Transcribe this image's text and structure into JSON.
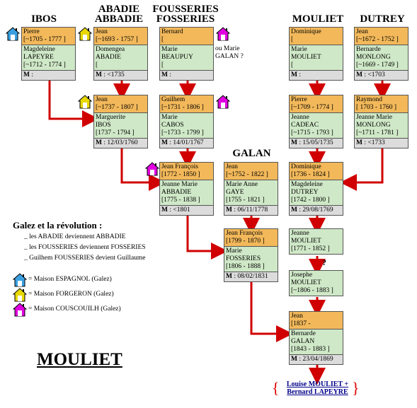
{
  "families": {
    "ibos": "IBOS",
    "abadie1": "ABADIE",
    "abadie2": "ABBADIE",
    "fousseries1": "FOUSSERIES",
    "fousseries2": "FOSSERIES",
    "mouliet": "MOULIET",
    "dutrey": "DUTREY",
    "galan": "GALAN"
  },
  "cards": {
    "c1": {
      "h_name": "Pierre",
      "h_date": "[~1705 - 1777 ]",
      "w_name": "Magdeleine",
      "w_sur": "LAPEYRE",
      "w_date": "[~1712 - 1774 ]",
      "m_label": "M",
      "m_val": " :"
    },
    "c2": {
      "h_name": "Jean",
      "h_date": "[~1693 - 1757 ]",
      "w_name": "Domengea",
      "w_sur": "ABADIE",
      "w_date": "[",
      "m_label": "M",
      "m_val": " :  <1735"
    },
    "c3": {
      "h_name": "Bernard",
      "h_date": "[",
      "w_name": "Marie",
      "w_sur": "BEAUPUY",
      "w_date": "[",
      "m_label": "M",
      "m_val": " :"
    },
    "c4": {
      "h_name": "Dominique",
      "h_date": "[",
      "w_name": "Marie",
      "w_sur": "MOULIET",
      "w_date": "[",
      "m_label": "M",
      "m_val": " :"
    },
    "c5": {
      "h_name": "Jean",
      "h_date": "[~1672 - 1752 ]",
      "w_name": "Bernarde",
      "w_sur": "MONLONG",
      "w_date": "[~1669 - 1749 ]",
      "m_label": "M",
      "m_val": " :  <1703"
    },
    "c6": {
      "h_name": "Jean",
      "h_date": "[~1737 - 1807 ]",
      "w_name": "Marguerite",
      "w_sur": "IBOS",
      "w_date": "[1737 - 1794 ]",
      "m_label": "M",
      "m_val": " : 12/03/1760"
    },
    "c7": {
      "h_name": "Guilhem",
      "h_date": "[~1731 - 1806 ]",
      "w_name": "Marie",
      "w_sur": "CABOS",
      "w_date": "[~1733 - 1799 ]",
      "m_label": "M",
      "m_val": " : 14/01/1767"
    },
    "c8": {
      "h_name": "Pierre",
      "h_date": "[~1709 - 1774 ]",
      "w_name": "Jeanne",
      "w_sur": "CADEAC",
      "w_date": "[~1715 - 1793 ]",
      "m_label": "M",
      "m_val": " : 15/05/1735"
    },
    "c9": {
      "h_name": "Raymond",
      "h_date": "[ 1703 - 1760 ]",
      "w_name": "Jeanne Marie",
      "w_sur": "MONLONG",
      "w_date": "[~1711 - 1781 ]",
      "m_label": "M",
      "m_val": " :  <1733"
    },
    "c10": {
      "h_name": "Jean François",
      "h_date": "[1772 - 1850 ]",
      "w_name": "Jeanne Marie",
      "w_sur": "ABBADIE",
      "w_date": "[1775 - 1838 ]",
      "m_label": "M",
      "m_val": " :  <1801"
    },
    "c11": {
      "h_name": "Jean",
      "h_date": "[~1752 - 1822 ]",
      "w_name": "Marie Anne",
      "w_sur": "GAYE",
      "w_date": "[1755 - 1821 ]",
      "m_label": "M",
      "m_val": " : 06/11/1778"
    },
    "c12": {
      "h_name": "Dominique",
      "h_date": "[1736 - 1824 ]",
      "w_name": "Magdeleine",
      "w_sur": "DUTREY",
      "w_date": "[1742 - 1800 ]",
      "m_label": "M",
      "m_val": " : 29/08/1769"
    },
    "c13": {
      "h_name": "Jean François",
      "h_date": "[1799 - 1870 ]",
      "w_name": "Marie",
      "w_sur": "FOSSERIES",
      "w_date": "[1806 - 1888 ]",
      "m_label": "M",
      "m_val": " : 08/02/1831"
    },
    "c14": {
      "w_name": "Jeanne",
      "w_sur": "MOULIET",
      "w_date": "[1771 - 1852 ]"
    },
    "c15": {
      "w_name": "Josephe",
      "w_sur": "MOULIET",
      "w_date": "[~1806 - 1883 ]"
    },
    "c16": {
      "h_name": "Jean",
      "h_date": "[1837 -",
      "w_name": "Bernarde",
      "w_sur": "GALAN",
      "w_date": "[1843 - 1883 ]",
      "m_label": "M",
      "m_val": " : 23/04/1869"
    }
  },
  "notes": {
    "galan_note1": "ou Marie",
    "galan_note2": "GALAN ?",
    "question": "?"
  },
  "legend": {
    "title": "Galez et la révolution :",
    "line1": "_ les ABADIE deviennent ABBADIE",
    "line2": "_ les FOUSSERIES deviennent FOSSERIES",
    "line3": "_ Guilhem FOUSSERIES devient Guillaume",
    "house1": "= Maison ESPAGNOL (Galez)",
    "house2": "= Maison FORGERON (Galez)",
    "house3": "= Maison COUSCOUILH (Galez)"
  },
  "title": "MOULIET",
  "footer": {
    "line1": "Louise MOULIET +",
    "line2": "Bernard LAPEYRE"
  },
  "colors": {
    "husband": "#f2b85a",
    "wife": "#cfe8c7",
    "marriage": "#dcdcdc",
    "connector": "#d00000",
    "espagnol": "#3aa0e0",
    "forgeron": "#e8d800",
    "couscouilh": "#e000e0"
  },
  "icons": {
    "house": "house-icon"
  }
}
